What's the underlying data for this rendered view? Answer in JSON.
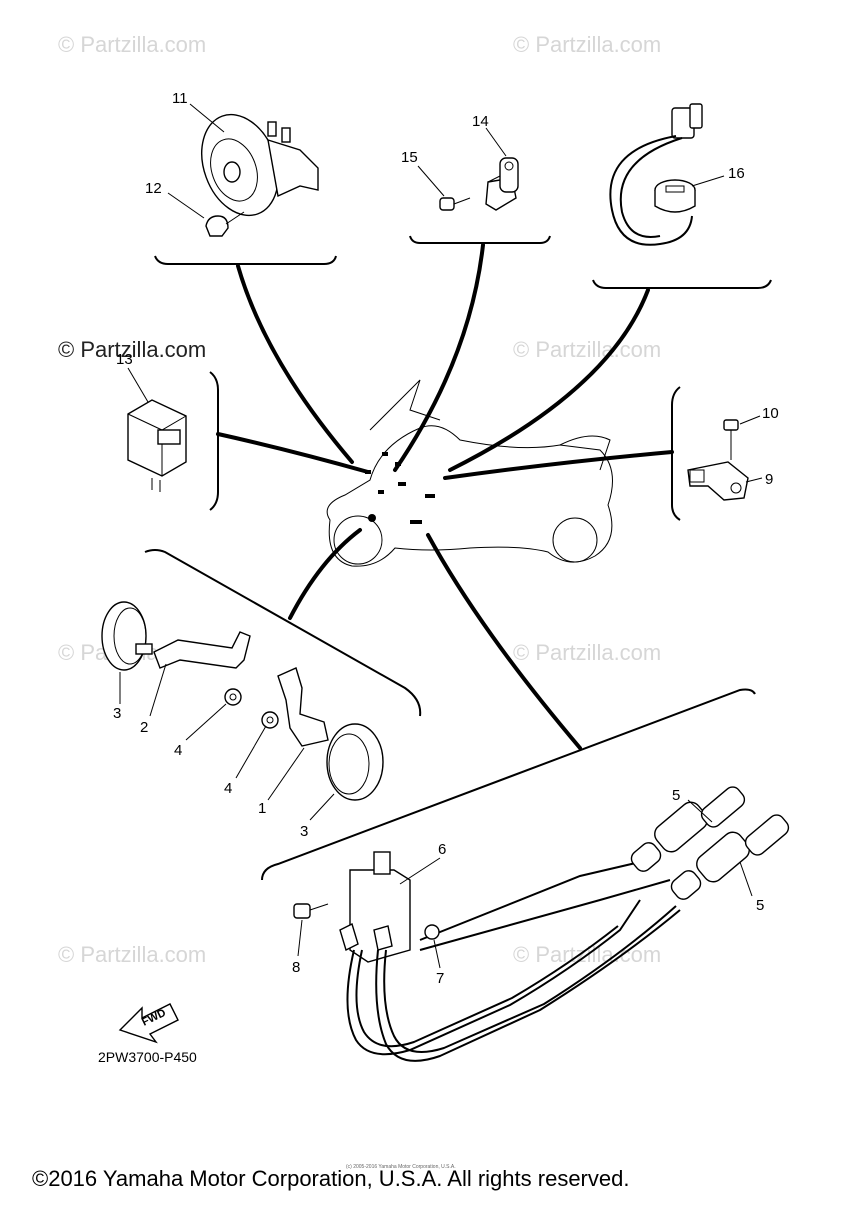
{
  "watermarks": [
    "© Partzilla.com",
    "© Partzilla.com",
    "© Partzilla.com",
    "© Partzilla.com",
    "© Partzilla.com",
    "© Partzilla.com",
    "© Partzilla.com",
    "© Partzilla.com"
  ],
  "part_labels": {
    "p1": "1",
    "p2": "2",
    "p3a": "3",
    "p3b": "3",
    "p4a": "4",
    "p4b": "4",
    "p5a": "5",
    "p5b": "5",
    "p6": "6",
    "p7": "7",
    "p8": "8",
    "p9": "9",
    "p10": "10",
    "p11": "11",
    "p12": "12",
    "p13": "13",
    "p14": "14",
    "p15": "15",
    "p16": "16"
  },
  "fwd_label": "FWD",
  "diagram_code": "2PW3700-P450",
  "tiny_credit": "(c) 2005-2016 Yamaha Motor Corporation, U.S.A.",
  "copyright": "©2016 Yamaha Motor Corporation, U.S.A. All rights reserved."
}
